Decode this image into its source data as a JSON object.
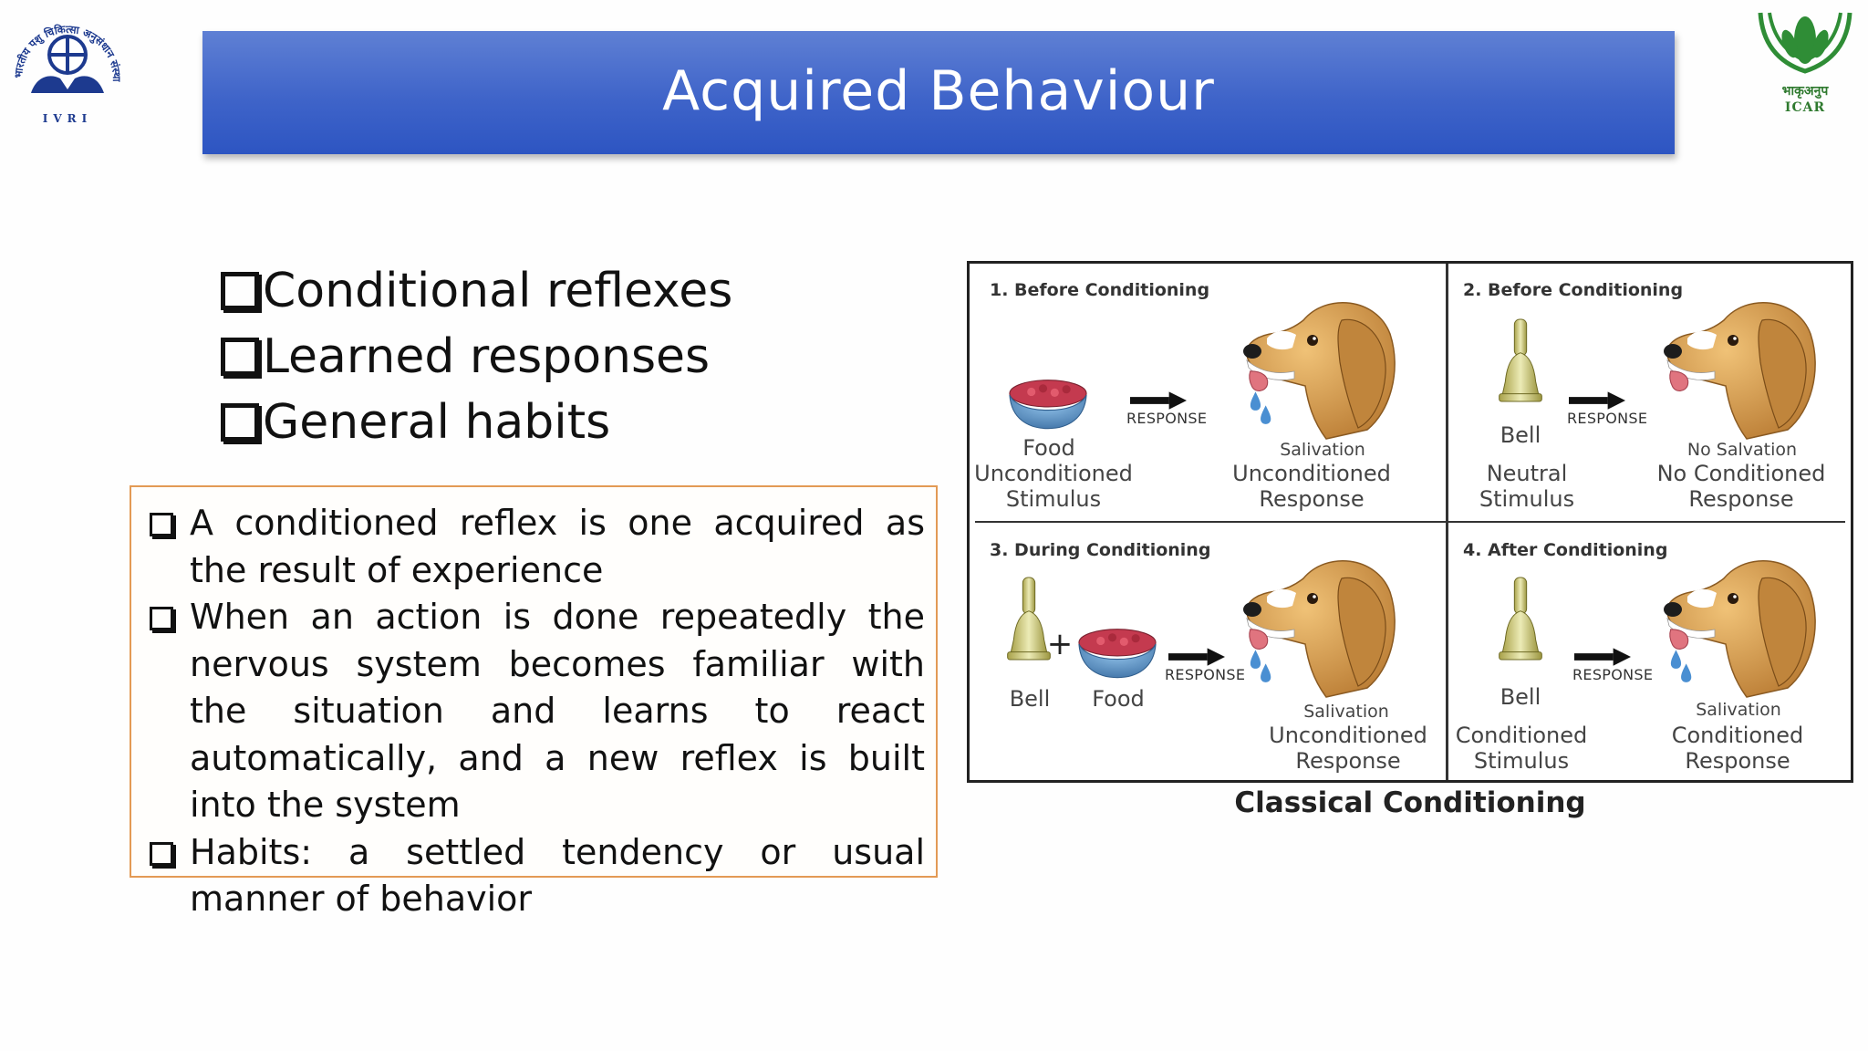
{
  "logos": {
    "left": {
      "text": "IVRI",
      "lettering": "भारतीय पशु चिकित्सा अनुसंधान संस्थान"
    },
    "right": {
      "text": "ICAR",
      "lettering": "भाकृअनुप"
    }
  },
  "title": "Acquired Behaviour",
  "main_list": [
    {
      "label": "Conditional reflexes"
    },
    {
      "label": "Learned responses"
    },
    {
      "label": "General habits"
    }
  ],
  "info_list": [
    {
      "text": "A conditioned reflex is one acquired as the result of experience"
    },
    {
      "text": "When an action is done repeatedly the nervous system becomes familiar with the situation and learns to react automatically, and a new reflex is built into the system"
    },
    {
      "text": "Habits: a settled tendency or usual manner of behavior"
    }
  ],
  "diagram": {
    "panels": [
      {
        "title": "1. Before Conditioning",
        "stimulus_item": "Food",
        "stimulus_type_1": "Unconditioned",
        "stimulus_type_2": "Stimulus",
        "arrow_label": "RESPONSE",
        "response_item": "Salivation",
        "response_type_1": "Unconditioned",
        "response_type_2": "Response"
      },
      {
        "title": "2. Before Conditioning",
        "stimulus_item": "Bell",
        "stimulus_type_1": "Neutral",
        "stimulus_type_2": "Stimulus",
        "arrow_label": "RESPONSE",
        "response_item": "No Salvation",
        "response_type_1": "No Conditioned",
        "response_type_2": "Response"
      },
      {
        "title": "3. During Conditioning",
        "stimulus_item_a": "Bell",
        "plus": "+",
        "stimulus_item_b": "Food",
        "arrow_label": "RESPONSE",
        "response_item": "Salivation",
        "response_type_1": "Unconditioned",
        "response_type_2": "Response"
      },
      {
        "title": "4. After Conditioning",
        "stimulus_item": "Bell",
        "stimulus_type_1": "Conditioned",
        "stimulus_type_2": "Stimulus",
        "arrow_label": "RESPONSE",
        "response_item": "Salivation",
        "response_type_1": "Conditioned",
        "response_type_2": "Response"
      }
    ],
    "caption": "Classical Conditioning"
  },
  "colors": {
    "title_bar": "#3f64c9",
    "info_border": "#e39a55",
    "dog_fur": "#d9a04d",
    "bell": "#c9c67a",
    "bowl": "#5d95c9",
    "food": "#c43a4f",
    "drops": "#4a8fd2",
    "icar_green": "#2f8d36"
  },
  "icons": [
    "dog-head-icon",
    "bell-icon",
    "food-bowl-icon",
    "arrow-right-icon",
    "drool-drops-icon",
    "checkbox-icon"
  ]
}
